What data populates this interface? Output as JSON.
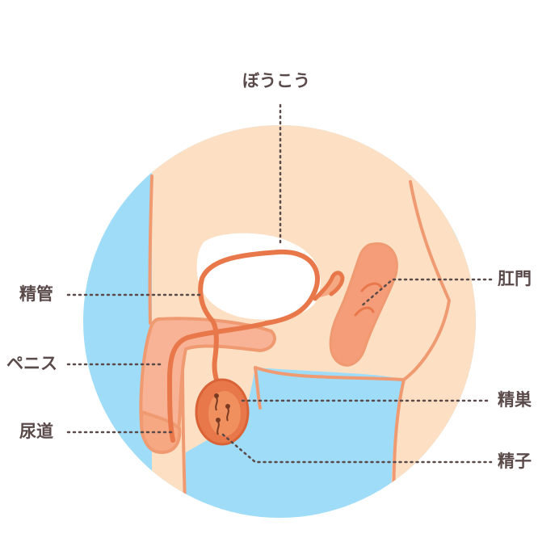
{
  "labels": {
    "bladder": "ぼうこう",
    "vas_deferens": "精管",
    "penis": "ペニス",
    "urethra": "尿道",
    "anus": "肛門",
    "testis": "精巣",
    "sperm": "精子"
  },
  "colors": {
    "background_circle": "#9fdcf8",
    "skin": "#fde0c4",
    "outline": "#f09a72",
    "organ": "#e8774a",
    "organ_light": "#f6a882",
    "bladder_fill": "#ffffff",
    "rectum": "#f59c78",
    "leader_line": "#5a4a4a",
    "label_text": "#5a4a4a"
  }
}
